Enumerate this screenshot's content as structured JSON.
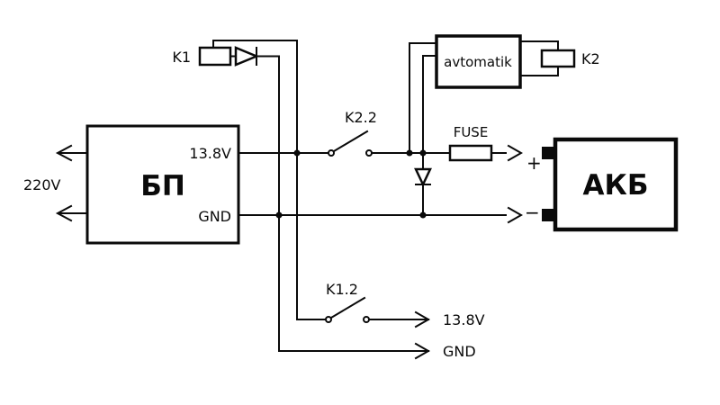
{
  "colors": {
    "ink": "#0a0a0a",
    "background": "#ffffff"
  },
  "psu": {
    "label": "БП",
    "mains_label": "220V",
    "out_positive_label": "13.8V",
    "out_ground_label": "GND"
  },
  "controller": {
    "label": "avtomatik"
  },
  "battery": {
    "label": "АКБ",
    "plus_label": "+",
    "minus_label": "−"
  },
  "relay_k1": {
    "label": "K1"
  },
  "relay_k2": {
    "label": "K2"
  },
  "contact_k22": {
    "label": "K2.2"
  },
  "contact_k12": {
    "label": "K1.2"
  },
  "fuse": {
    "label": "FUSE"
  },
  "load_output": {
    "positive_label": "13.8V",
    "ground_label": "GND"
  }
}
